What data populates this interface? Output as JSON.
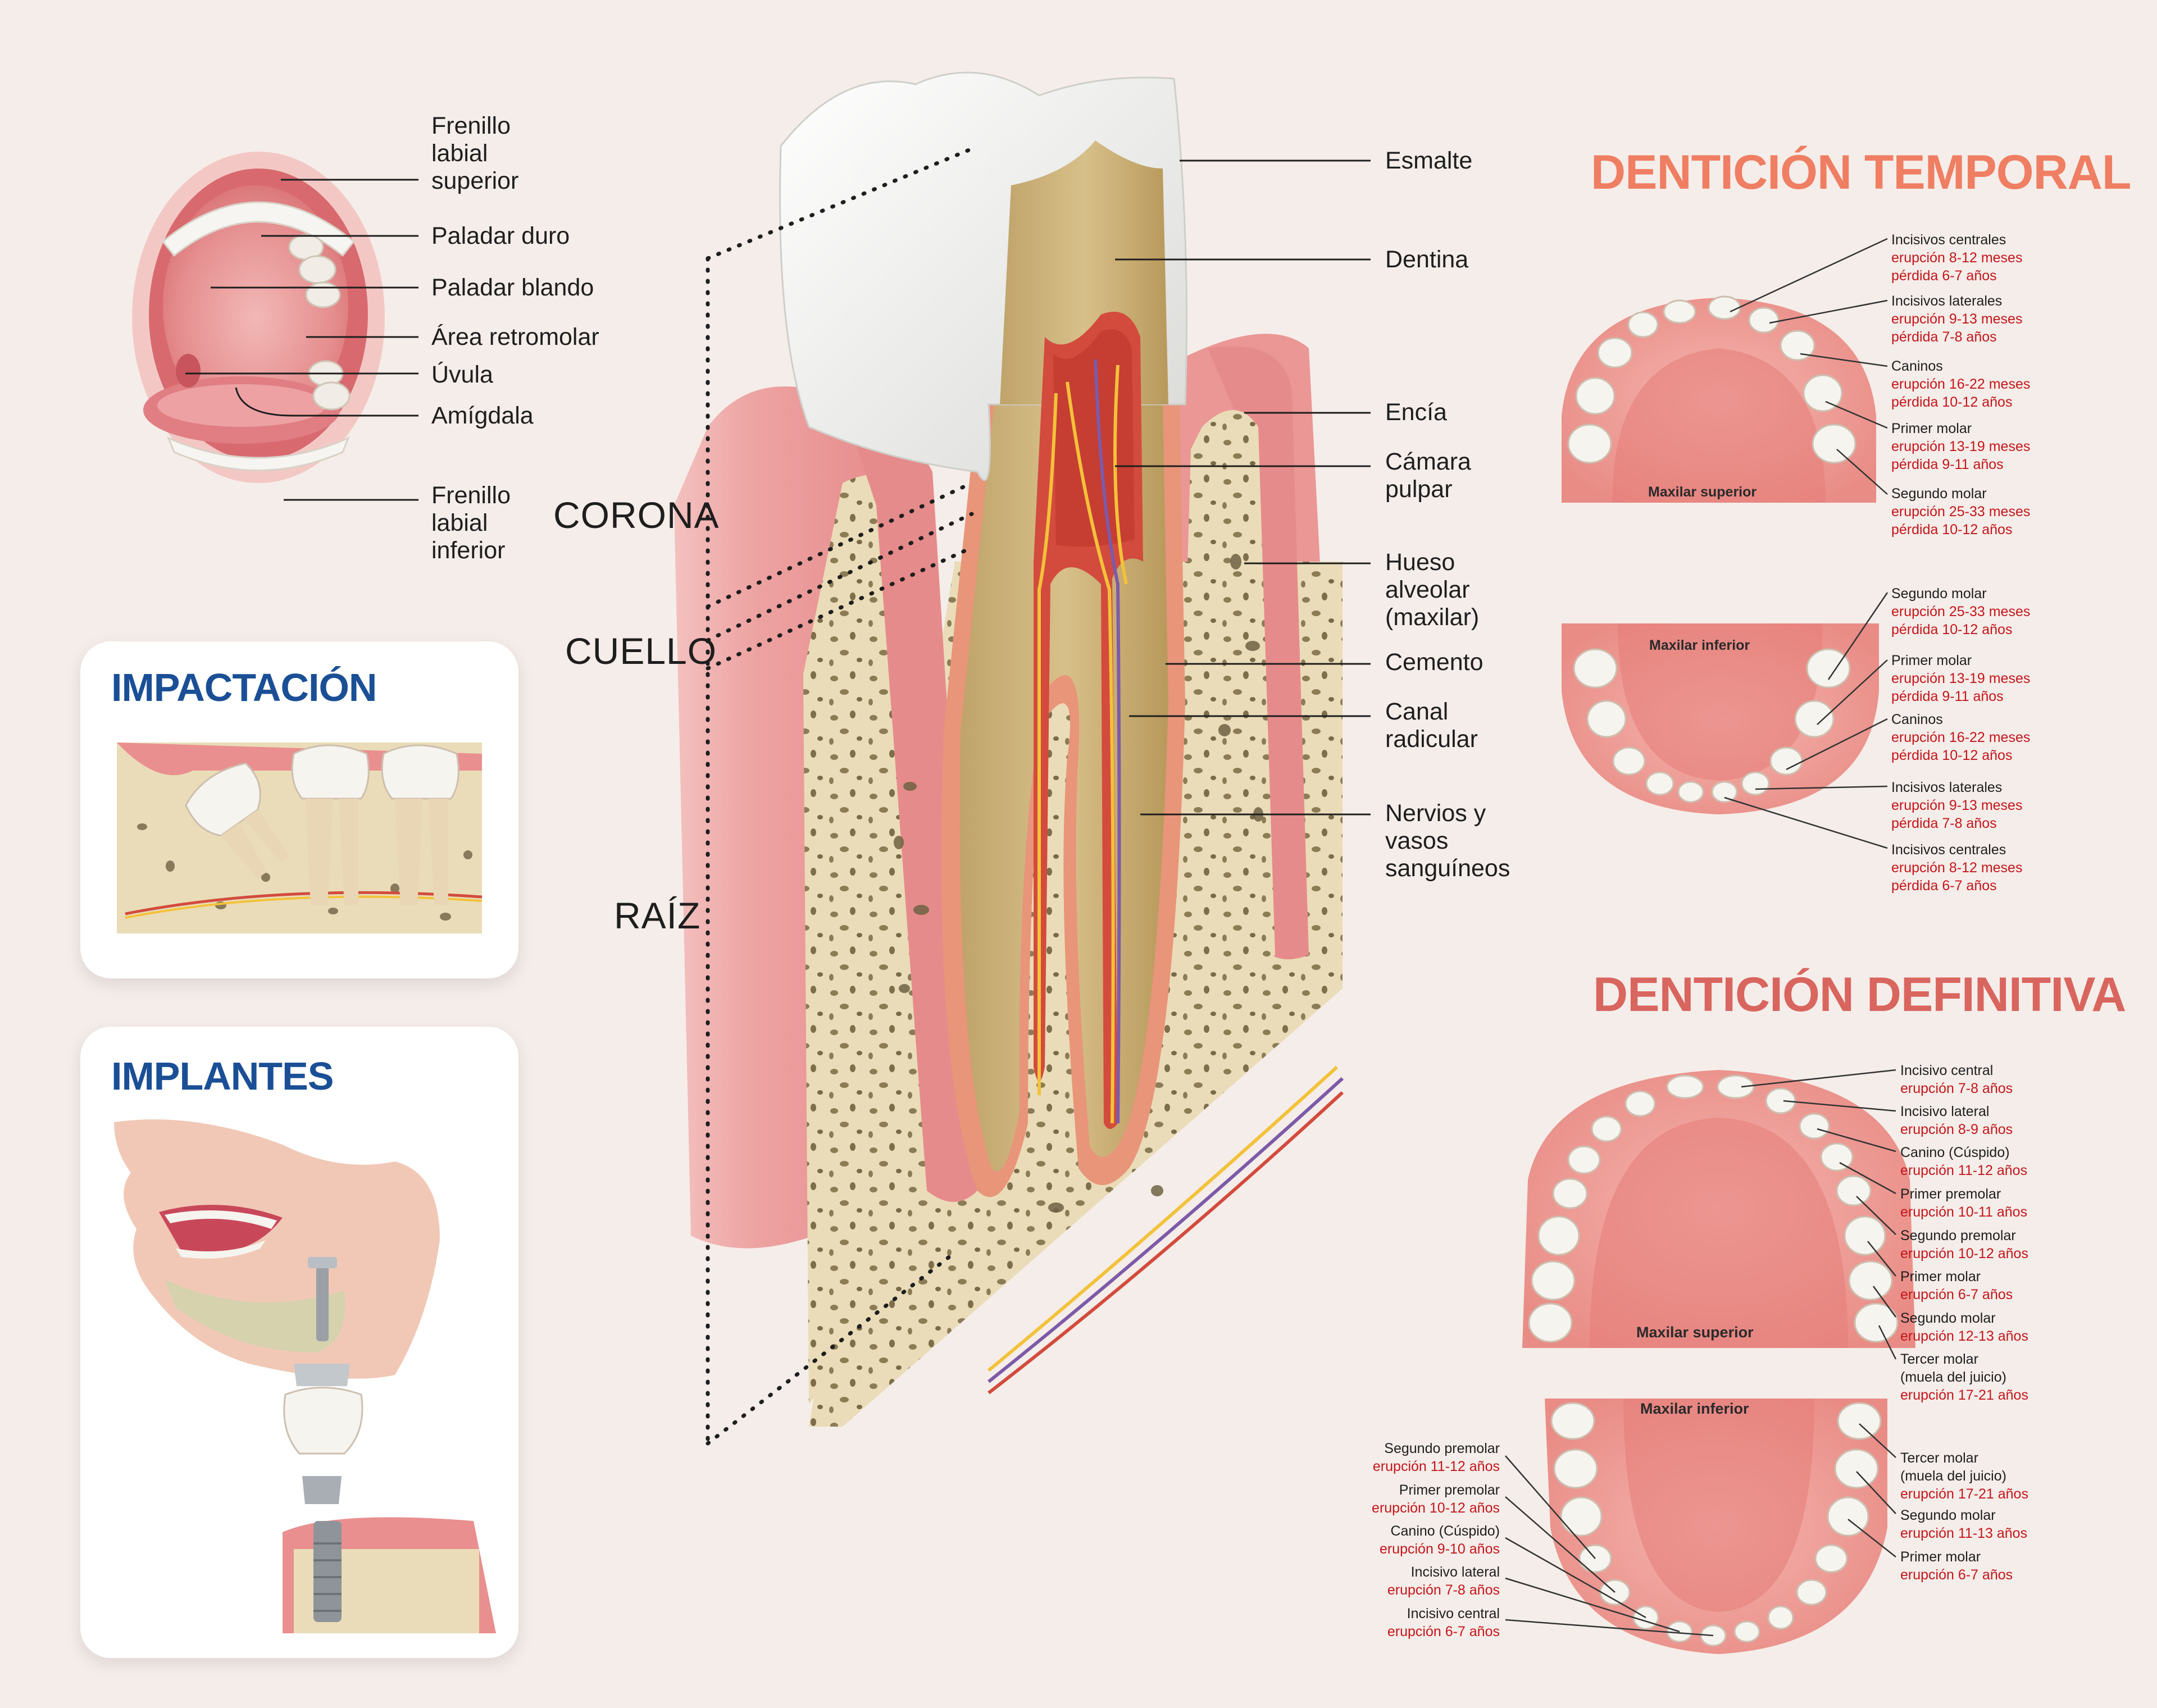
{
  "mouth_labels": [
    "Frenillo\nlabial\nsuperior",
    "Paladar duro",
    "Paladar blando",
    "Área retromolar",
    "Úvula",
    "Amígdala",
    "Frenillo\nlabial\ninferior"
  ],
  "tooth_regions": [
    "CORONA",
    "CUELLO",
    "RAÍZ"
  ],
  "tooth_labels": [
    "Esmalte",
    "Dentina",
    "Encía",
    "Cámara\npulpar",
    "Hueso\nalveolar\n(maxilar)",
    "Cemento",
    "Canal\nradicular",
    "Nervios y\nvasos\nsanguíneos"
  ],
  "panels": {
    "impaction": "IMPACTACIÓN",
    "implants": "IMPLANTES"
  },
  "temporal": {
    "title": "DENTICIÓN TEMPORAL",
    "title_color": "#ef7e62",
    "upper_arch": "Maxilar superior",
    "lower_arch": "Maxilar inferior",
    "upper": [
      {
        "name": "Incisivos centrales",
        "erup": "erupción 8-12 meses",
        "loss": "pérdida 6-7 años"
      },
      {
        "name": "Incisivos laterales",
        "erup": "erupción 9-13 meses",
        "loss": "pérdida 7-8 años"
      },
      {
        "name": "Caninos",
        "erup": "erupción 16-22 meses",
        "loss": "pérdida 10-12 años"
      },
      {
        "name": "Primer molar",
        "erup": "erupción 13-19 meses",
        "loss": "pérdida 9-11 años"
      },
      {
        "name": "Segundo molar",
        "erup": "erupción 25-33 meses",
        "loss": "pérdida 10-12 años"
      }
    ],
    "lower": [
      {
        "name": "Segundo molar",
        "erup": "erupción 25-33 meses",
        "loss": "pérdida 10-12 años"
      },
      {
        "name": "Primer molar",
        "erup": "erupción 13-19 meses",
        "loss": "pérdida 9-11 años"
      },
      {
        "name": "Caninos",
        "erup": "erupción 16-22 meses",
        "loss": "pérdida 10-12 años"
      },
      {
        "name": "Incisivos laterales",
        "erup": "erupción 9-13 meses",
        "loss": "pérdida 7-8 años"
      },
      {
        "name": "Incisivos centrales",
        "erup": "erupción 8-12 meses",
        "loss": "pérdida 6-7 años"
      }
    ]
  },
  "definitiva": {
    "title": "DENTICIÓN DEFINITIVA",
    "title_color": "#d9655f",
    "upper_arch": "Maxilar superior",
    "lower_arch": "Maxilar inferior",
    "upper": [
      {
        "name": "Incisivo central",
        "erup": "erupción 7-8 años"
      },
      {
        "name": "Incisivo lateral",
        "erup": "erupción 8-9 años"
      },
      {
        "name": "Canino (Cúspido)",
        "erup": "erupción 11-12 años"
      },
      {
        "name": "Primer premolar",
        "erup": "erupción 10-11 años"
      },
      {
        "name": "Segundo premolar",
        "erup": "erupción 10-12 años"
      },
      {
        "name": "Primer molar",
        "erup": "erupción 6-7 años"
      },
      {
        "name": "Segundo molar",
        "erup": "erupción 12-13 años"
      },
      {
        "name": "Tercer molar\n(muela del juicio)",
        "erup": "erupción 17-21 años"
      }
    ],
    "lower_right": [
      {
        "name": "Tercer molar\n(muela del juicio)",
        "erup": "erupción 17-21 años"
      },
      {
        "name": "Segundo molar",
        "erup": "erupción 11-13 años"
      },
      {
        "name": "Primer molar",
        "erup": "erupción 6-7 años"
      }
    ],
    "lower_left": [
      {
        "name": "Segundo premolar",
        "erup": "erupción 11-12 años"
      },
      {
        "name": "Primer premolar",
        "erup": "erupción 10-12 años"
      },
      {
        "name": "Canino (Cúspido)",
        "erup": "erupción 9-10 años"
      },
      {
        "name": "Incisivo lateral",
        "erup": "erupción 7-8 años"
      },
      {
        "name": "Incisivo central",
        "erup": "erupción 6-7 años"
      }
    ]
  },
  "colors": {
    "label_red": "#c4161c",
    "panel_blue": "#1a4f96",
    "gum": "#e98a8a",
    "bone": "#eadcb8",
    "enamel": "#f4f4f2"
  }
}
